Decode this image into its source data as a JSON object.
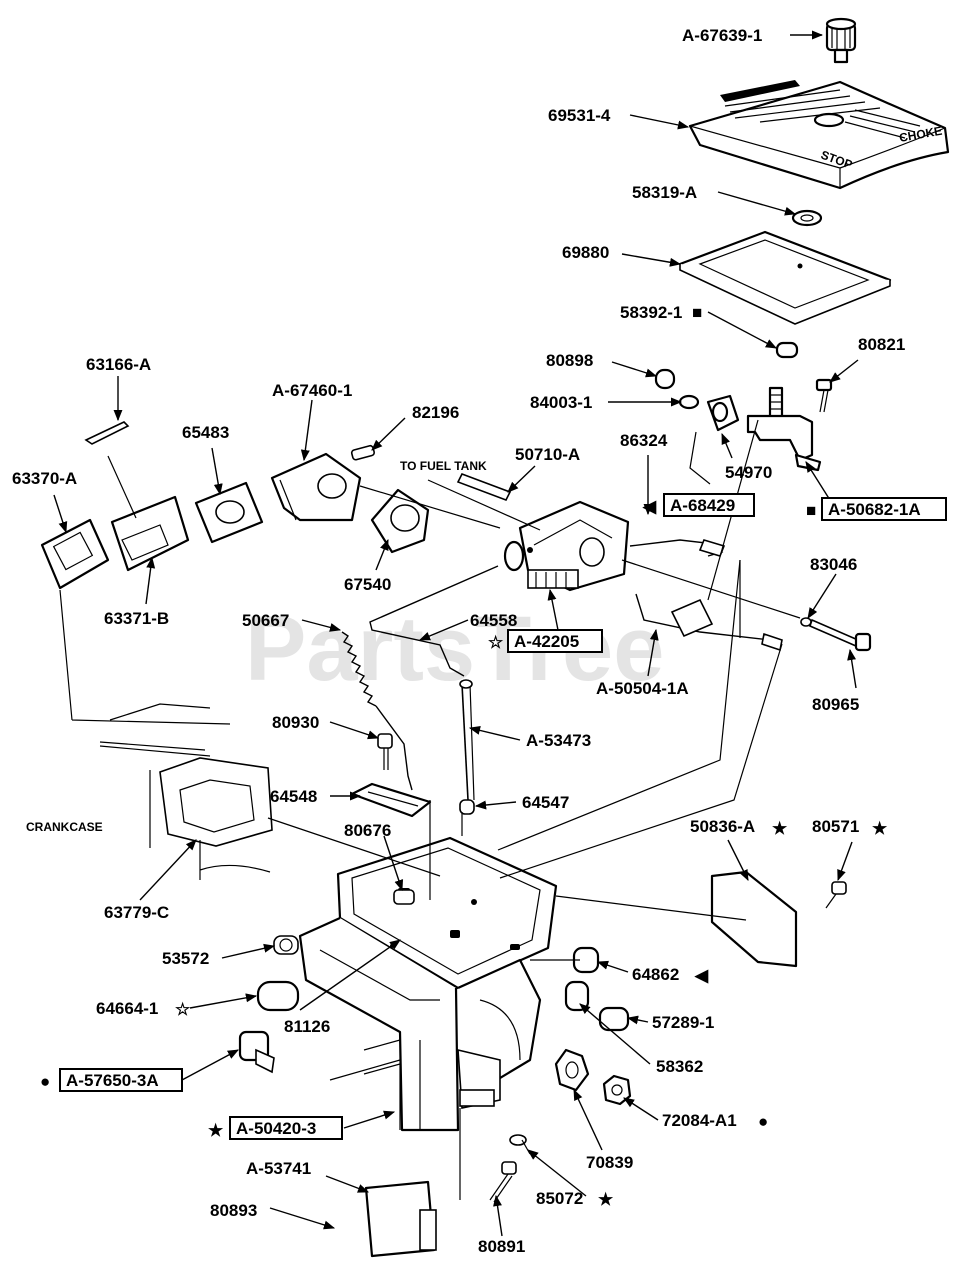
{
  "watermark": "PartsTree",
  "notes": {
    "fuel_tank": "TO FUEL TANK",
    "crankcase": "CRANKCASE"
  },
  "parts": [
    {
      "id": "p1",
      "label": "A-67639-1"
    },
    {
      "id": "p2",
      "label": "69531-4"
    },
    {
      "id": "p3",
      "label": "58319-A"
    },
    {
      "id": "p4",
      "label": "69880"
    },
    {
      "id": "p5",
      "label": "58392-1"
    },
    {
      "id": "p6",
      "label": "80898"
    },
    {
      "id": "p7",
      "label": "80821"
    },
    {
      "id": "p8",
      "label": "84003-1"
    },
    {
      "id": "p9",
      "label": "63166-A"
    },
    {
      "id": "p10",
      "label": "A-67460-1"
    },
    {
      "id": "p11",
      "label": "82196"
    },
    {
      "id": "p12",
      "label": "65483"
    },
    {
      "id": "p13",
      "label": "86324"
    },
    {
      "id": "p14",
      "label": "54970"
    },
    {
      "id": "p15",
      "label": "50710-A"
    },
    {
      "id": "p16",
      "label": "63370-A"
    },
    {
      "id": "p17",
      "label": "A-68429"
    },
    {
      "id": "p18",
      "label": "A-50682-1A"
    },
    {
      "id": "p19",
      "label": "67540"
    },
    {
      "id": "p20",
      "label": "83046"
    },
    {
      "id": "p21",
      "label": "63371-B"
    },
    {
      "id": "p22",
      "label": "50667"
    },
    {
      "id": "p23",
      "label": "64558"
    },
    {
      "id": "p24",
      "label": "A-42205"
    },
    {
      "id": "p25",
      "label": "A-50504-1A"
    },
    {
      "id": "p26",
      "label": "80965"
    },
    {
      "id": "p27",
      "label": "80930"
    },
    {
      "id": "p28",
      "label": "A-53473"
    },
    {
      "id": "p29",
      "label": "64548"
    },
    {
      "id": "p30",
      "label": "64547"
    },
    {
      "id": "p31",
      "label": "80676"
    },
    {
      "id": "p32",
      "label": "50836-A"
    },
    {
      "id": "p33",
      "label": "80571"
    },
    {
      "id": "p34",
      "label": "63779-C"
    },
    {
      "id": "p35",
      "label": "53572"
    },
    {
      "id": "p36",
      "label": "64862"
    },
    {
      "id": "p37",
      "label": "64664-1"
    },
    {
      "id": "p38",
      "label": "81126"
    },
    {
      "id": "p39",
      "label": "57289-1"
    },
    {
      "id": "p40",
      "label": "58362"
    },
    {
      "id": "p41",
      "label": "A-57650-3A"
    },
    {
      "id": "p42",
      "label": "72084-A1"
    },
    {
      "id": "p43",
      "label": "A-50420-3"
    },
    {
      "id": "p44",
      "label": "70839"
    },
    {
      "id": "p45",
      "label": "A-53741"
    },
    {
      "id": "p46",
      "label": "85072"
    },
    {
      "id": "p47",
      "label": "80893"
    },
    {
      "id": "p48",
      "label": "80891"
    }
  ],
  "symbols": {
    "filled_star": "★",
    "open_star": "☆",
    "filled_circle": "●",
    "filled_square": "■",
    "triangle_left": "◀"
  }
}
